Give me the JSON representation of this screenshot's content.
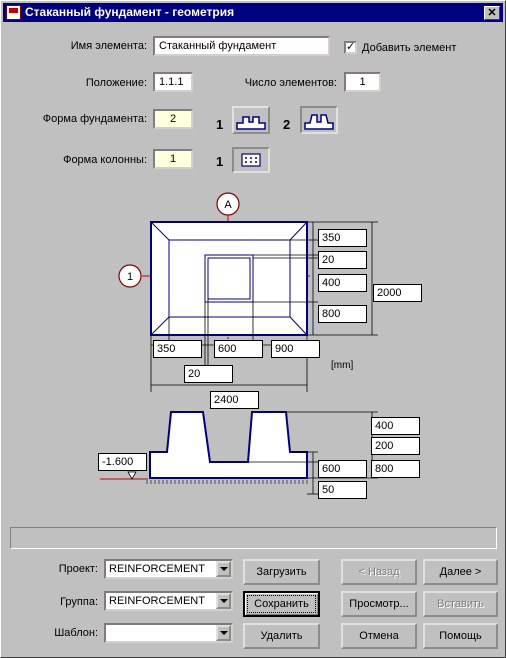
{
  "window": {
    "title": "Стаканный фундамент - геометрия",
    "close_label": "✕"
  },
  "form": {
    "element_name_label": "Имя элемента:",
    "element_name_value": "Стаканный фундамент",
    "add_element_label": "Добавить элемент",
    "add_element_checked": "✓",
    "position_label": "Положение:",
    "position_value": "1.1.1",
    "count_label": "Число элементов:",
    "count_value": "1",
    "foundation_shape_label": "Форма фундамента:",
    "foundation_shape_value": "2",
    "foundation_opt1": "1",
    "foundation_opt2": "2",
    "column_shape_label": "Форма колонны:",
    "column_shape_value": "1",
    "column_opt1": "1"
  },
  "drawing": {
    "axis_a": "A",
    "axis_1": "1",
    "plan_right": [
      "350",
      "20",
      "400",
      "800"
    ],
    "plan_total": "2000",
    "plan_bottom": [
      "350",
      "600",
      "900"
    ],
    "plan_bottom_20": "20",
    "plan_width": "2400",
    "units": "[mm]",
    "section_right": [
      "400",
      "200",
      "600",
      "50"
    ],
    "section_total": "800",
    "level": "-1.600"
  },
  "bottom": {
    "project_label": "Проект:",
    "project_value": "REINFORCEMENT",
    "group_label": "Группа:",
    "group_value": "REINFORCEMENT",
    "template_label": "Шаблон:",
    "template_value": "",
    "load_button": "Загрузить",
    "save_button": "Сохранить",
    "delete_button": "Удалить",
    "back_button": "< Назад",
    "next_button": "Далее >",
    "preview_button": "Просмотр...",
    "insert_button": "Вставить",
    "cancel_button": "Отмена",
    "help_button": "Помощь"
  }
}
